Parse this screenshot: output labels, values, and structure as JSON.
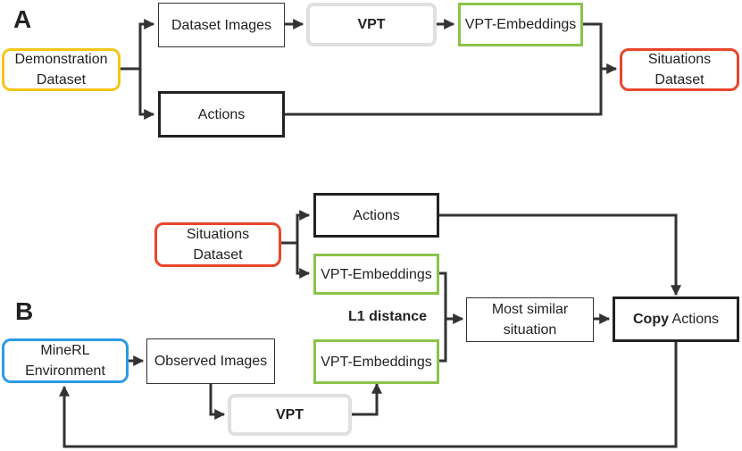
{
  "panel_a": {
    "letter": "A",
    "demonstration_dataset": "Demonstration Dataset",
    "dataset_images": "Dataset Images",
    "vpt": "VPT",
    "vpt_embeddings": "VPT-Embeddings",
    "actions": "Actions",
    "situations_dataset": "Situations Dataset"
  },
  "panel_b": {
    "letter": "B",
    "situations_dataset": "Situations Dataset",
    "actions": "Actions",
    "vpt_embeddings_top": "VPT-Embeddings",
    "l1_distance": "L1 distance",
    "most_similar_situation": "Most similar situation",
    "copy_bold": "Copy",
    "copy_rest": " Actions",
    "minerl_environment": "MineRL Environment",
    "observed_images": "Observed Images",
    "vpt": "VPT",
    "vpt_embeddings_bottom": "VPT-Embeddings"
  },
  "colors": {
    "arrow": "#333333",
    "green": "#8bc34a",
    "yellow": "#f5c518",
    "red": "#e8452c",
    "blue": "#2b9be5",
    "grey": "#e0e0e0"
  }
}
